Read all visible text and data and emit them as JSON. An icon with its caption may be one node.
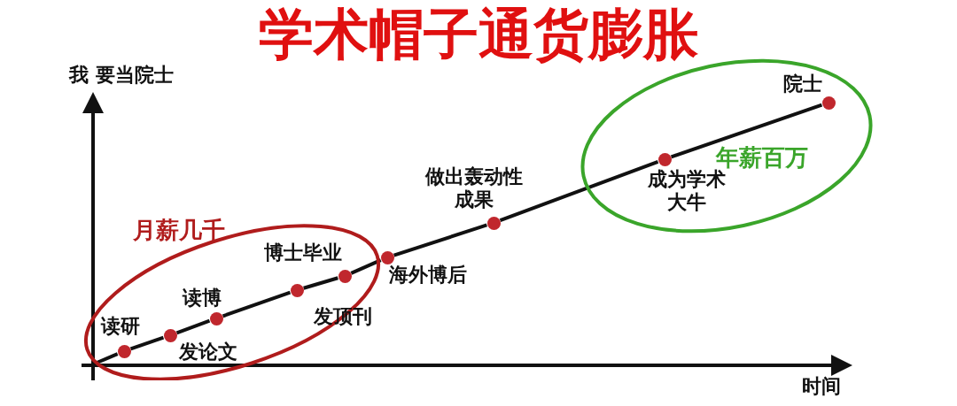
{
  "diagram": {
    "title": "学术帽子通货膨胀",
    "nodes": [
      {
        "text": [
          "月薪几千"
        ]
      },
      {
        "text": [
          "读研"
        ],
        "in": 0
      },
      {
        "text": [
          "发论文"
        ],
        "in": 0
      },
      {
        "text": [
          "读博"
        ],
        "in": 0
      },
      {
        "text": [
          "发顶刊"
        ],
        "in": 0
      },
      {
        "text": [
          "博士毕业"
        ],
        "in": 0
      },
      {
        "text": [
          "海外博后"
        ]
      },
      {
        "text": [
          "做出轰动性成果"
        ]
      },
      {
        "text": [
          "年薪百万"
        ]
      },
      {
        "text": [
          "成为学术大牛"
        ],
        "in": 8
      },
      {
        "text": [
          "院士"
        ],
        "in": 8
      }
    ],
    "edges": [
      {
        "from": null,
        "to": 1,
        "arrow": "none"
      },
      {
        "from": 1,
        "to": 2,
        "arrow": "none"
      },
      {
        "from": 2,
        "to": 3,
        "arrow": "none"
      },
      {
        "from": 3,
        "to": 4,
        "arrow": "none"
      },
      {
        "from": 4,
        "to": 5,
        "arrow": "none"
      },
      {
        "from": 5,
        "to": 6,
        "arrow": "none"
      },
      {
        "from": 6,
        "to": 7,
        "arrow": "none"
      },
      {
        "from": 7,
        "to": 9,
        "arrow": "none"
      },
      {
        "from": 9,
        "to": 10,
        "arrow": "none"
      }
    ],
    "labels": [
      "我 要当院士",
      "时间"
    ]
  }
}
